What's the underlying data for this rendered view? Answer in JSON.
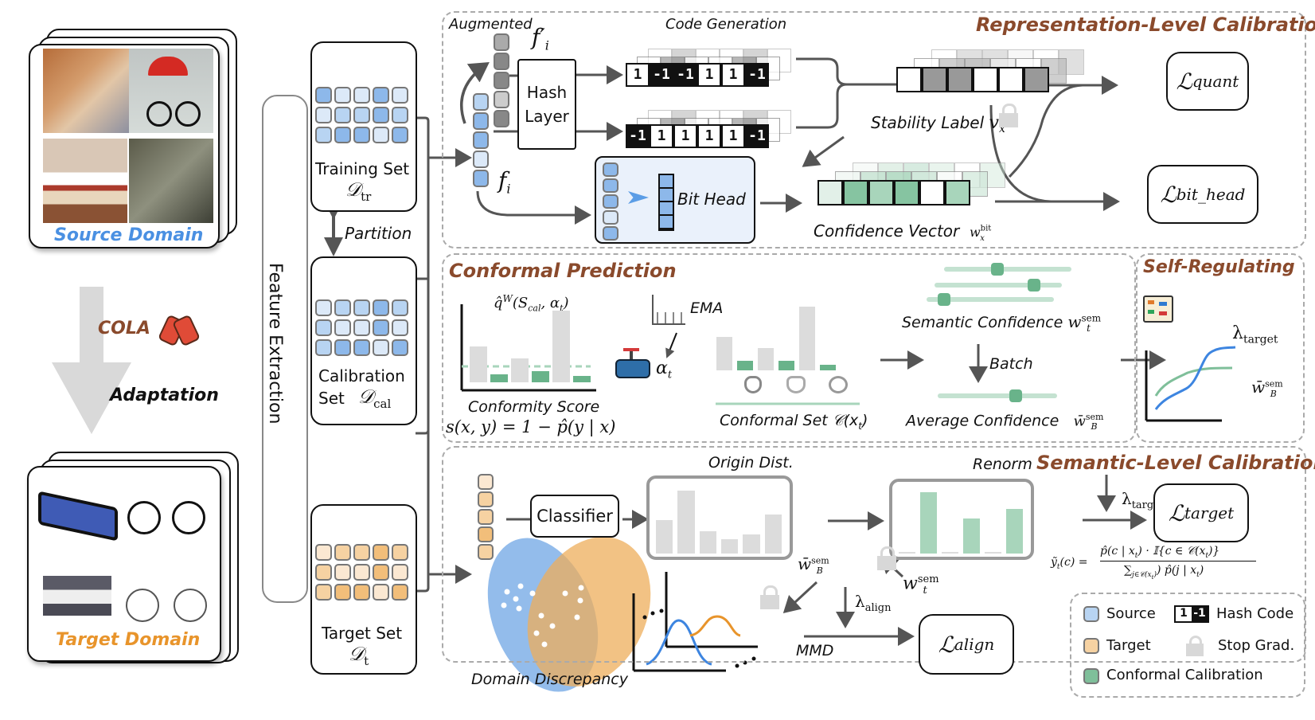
{
  "left_panel": {
    "source_domain_label": "Source Domain",
    "target_domain_label": "Target Domain",
    "method_name": "COLA",
    "adaptation_label": "Adaptation",
    "method_icon": "gloves-icon",
    "source_images": [
      "bedroom-photo",
      "cyclist-umbrella-photo",
      "hotel-bed-photo",
      "parked-bicycles-photo"
    ],
    "target_images": [
      "blue-bed-clipart",
      "bicycle-clipart",
      "grey-bed-product",
      "white-bicycle-product"
    ]
  },
  "feature_extraction": {
    "label": "Feature Extraction"
  },
  "datasets": {
    "training": {
      "label": "Training Set",
      "symbol": "𝒟",
      "sub": "tr"
    },
    "partition_label": "Partition",
    "calibration": {
      "label_line1": "Calibration",
      "label_line2": "Set",
      "symbol": "𝒟",
      "sub": "cal"
    },
    "target": {
      "label": "Target Set",
      "symbol": "𝒟",
      "sub": "t"
    }
  },
  "representation": {
    "title": "Representation-Level Calibration",
    "augmented_label": "Augmented",
    "f_prime": "f′",
    "f_prime_sub": "i",
    "f_label": "f",
    "f_sub": "i",
    "hash_layer_line1": "Hash",
    "hash_layer_line2": "Layer",
    "code_generation_label": "Code Generation",
    "code_top": [
      "1",
      "-1",
      "-1",
      "1",
      "1",
      "-1"
    ],
    "code_bottom": [
      "-1",
      "1",
      "1",
      "1",
      "1",
      "-1"
    ],
    "bit_head_label": "Bit Head",
    "stability_label": "Stability Label",
    "stability_symbol": "v",
    "stability_sub": "x",
    "confidence_vector_label": "Confidence Vector",
    "confidence_symbol": "w",
    "confidence_sub": "x",
    "confidence_sup": "bit",
    "loss_quant": {
      "main": "ℒ",
      "sub": "quant"
    },
    "loss_bit_head": {
      "main": "ℒ",
      "sub": "bit_head"
    }
  },
  "conformal": {
    "title": "Conformal Prediction",
    "quantile_label": "q̂",
    "quantile_sup": "W",
    "quantile_args": "(S",
    "quantile_args_sub": "cal",
    "quantile_args_end": ", α",
    "quantile_args_end_sub": "t",
    "quantile_close": ")",
    "ema_label": "EMA",
    "alpha_label": "α",
    "alpha_sub": "t",
    "conformity_score_label": "Conformity Score",
    "conformity_formula": "s(x, y) = 1 − p̂(y | x)",
    "conformal_set_label": "Conformal Set 𝒞(x",
    "conformal_set_sub": "t",
    "conformal_set_close": ")",
    "set_icons": [
      "dog-icon",
      "cat-icon",
      "bear-icon"
    ],
    "semantic_confidence_label": "Semantic Confidence",
    "semantic_symbol": "w",
    "semantic_sub": "t",
    "semantic_sup": "sem",
    "batch_label": "Batch",
    "average_confidence_label": "Average Confidence",
    "average_symbol": "w̄",
    "average_sub": "B",
    "average_sup": "sem",
    "semantic_slider_values": [
      0.42,
      0.78,
      0.14
    ],
    "average_slider_value": 0.65
  },
  "self_regulating": {
    "title": "Self-Regulating",
    "lambda_label": "λ",
    "lambda_sub": "target",
    "wbar_label": "w̄",
    "wbar_sub": "B",
    "wbar_sup": "sem"
  },
  "semantic": {
    "title": "Semantic-Level Calibration",
    "classifier_label": "Classifier",
    "origin_dist_label": "Origin Dist.",
    "renorm_label": "Renorm",
    "origin_dist_values": [
      0.48,
      0.9,
      0.32,
      0.2,
      0.27,
      0.56
    ],
    "renorm_dist_values": [
      0,
      0.92,
      0,
      0.52,
      0,
      0.67
    ],
    "lambda_target": "λ",
    "lambda_target_sub": "target",
    "loss_target": {
      "main": "ℒ",
      "sub": "target"
    },
    "renorm_formula_lhs": "ỹ",
    "renorm_formula_lhs_sub": "t",
    "renorm_formula_lhs_arg": "(c) =",
    "renorm_formula_num": "p̂(c | x",
    "renorm_formula_num_sub": "t",
    "renorm_formula_num_end": ") · 𝕀{c ∈ 𝒞(x",
    "renorm_formula_num_end2": ")}",
    "renorm_formula_den_sum": "∑",
    "renorm_formula_den_sub": "j∈𝒞(x",
    "renorm_formula_den_end": ") p̂(j | x",
    "renorm_formula_den_close": ")",
    "w_sem_label": "w",
    "w_sem_sub": "t",
    "w_sem_sup": "sem",
    "wbar_sem_label": "w̄",
    "wbar_sem_sub": "B",
    "wbar_sem_sup": "sem",
    "lambda_align": "λ",
    "lambda_align_sub": "align",
    "mmd_label": "MMD",
    "loss_align": {
      "main": "ℒ",
      "sub": "align"
    },
    "domain_discrepancy_label": "Domain Discrepancy"
  },
  "legend": {
    "source": "Source",
    "target": "Target",
    "conformal": "Conformal Calibration",
    "hash_code": "Hash Code",
    "hash_code_sample": [
      "1",
      "-1"
    ],
    "stop_grad": "Stop Grad."
  },
  "colors": {
    "source_blue": "#8db8ea",
    "target_orange": "#f2c07e",
    "conformal_green": "#7fbf9a",
    "title_brown": "#8a4a2c",
    "arrow_gray": "#555555",
    "stop_grad_gray": "#d8d8d8"
  }
}
